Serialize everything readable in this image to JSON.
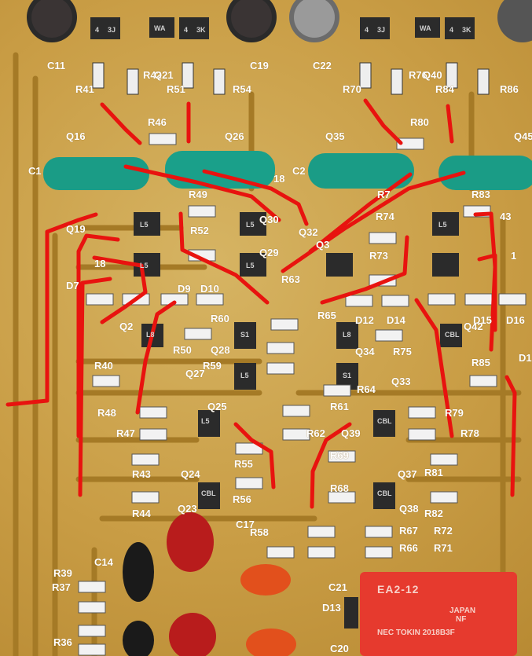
{
  "colors": {
    "board": "#c99d45",
    "trace": "#a57a26",
    "annotation": "#e8130f",
    "film_capacitor": "#1a9c86",
    "electrolytic": "#2b2b2b",
    "ceramic_red": "#b81c1c",
    "ceramic_orange": "#e2501c",
    "relay": "#e63a2e"
  },
  "silkscreen": [
    "C11",
    "C19",
    "C22",
    "R41",
    "R42",
    "Q21",
    "R51",
    "R54",
    "R70",
    "R76",
    "Q40",
    "R84",
    "R86",
    "R46",
    "Q16",
    "Q26",
    "Q35",
    "R80",
    "Q45",
    "C1",
    "18",
    "C2",
    "R49",
    "R7",
    "R83",
    "43",
    "Q19",
    "R52",
    "Q30",
    "Q32",
    "R74",
    "18",
    "Q29",
    "Q3",
    "R73",
    "1",
    "D7",
    "R63",
    "R65",
    "D9",
    "D10",
    "R60",
    "D12",
    "D14",
    "D15",
    "D16",
    "Q2",
    "Q42",
    "R50",
    "Q28",
    "Q34",
    "R75",
    "R40",
    "R59",
    "R85",
    "D1",
    "Q27",
    "R64",
    "Q33",
    "R61",
    "R48",
    "R79",
    "R47",
    "Q25",
    "R62",
    "Q39",
    "R78",
    "R43",
    "Q24",
    "R55",
    "R69",
    "Q37",
    "R81",
    "R68",
    "R44",
    "Q23",
    "R56",
    "Q38",
    "R82",
    "C17",
    "R58",
    "R67",
    "R72",
    "R66",
    "R71",
    "R39",
    "C14",
    "R37",
    "C21",
    "D13",
    "R36",
    "C20"
  ],
  "part_markings": {
    "transistor_top": [
      "4",
      "3J",
      "WA",
      "4",
      "3K",
      "4",
      "3J",
      "WA",
      "4",
      "3K"
    ],
    "transistor_mid": [
      "L5",
      "L5",
      "L5",
      "L5",
      "L5"
    ],
    "transistor_small": [
      "S1",
      "L8",
      "L5",
      "S1",
      "L8",
      "L5",
      "CBL",
      "CBL",
      "CBL",
      "CBL"
    ]
  },
  "relay": {
    "line1": "EA2-12",
    "line2": "JAPAN",
    "line3": "NF",
    "line4": "NEC TOKIN 2018B3F"
  }
}
